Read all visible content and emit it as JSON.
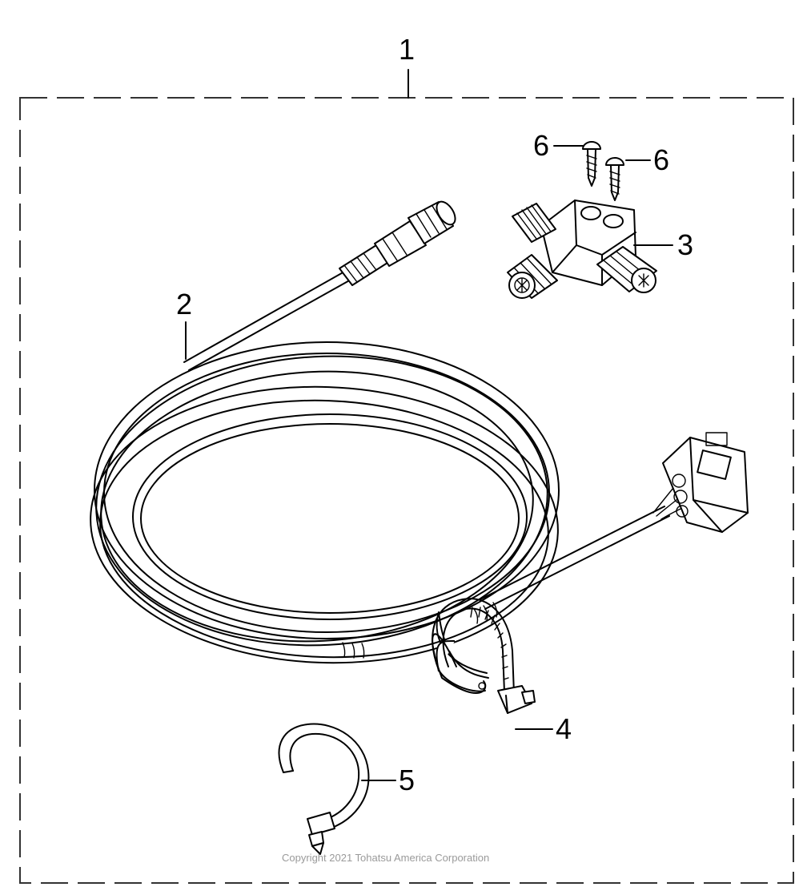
{
  "callouts": {
    "c1": "1",
    "c2": "2",
    "c3": "3",
    "c4": "4",
    "c5": "5",
    "c6a": "6",
    "c6b": "6"
  },
  "copyright": "Copyright 2021 Tohatsu America Corporation"
}
